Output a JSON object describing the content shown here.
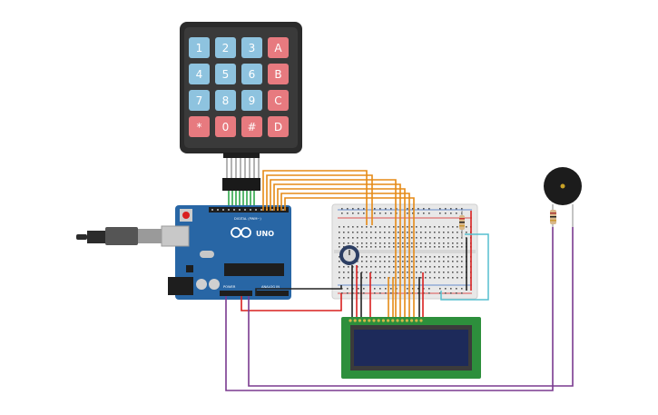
{
  "keypad": {
    "keys": [
      {
        "label": "1",
        "kind": "num"
      },
      {
        "label": "2",
        "kind": "num"
      },
      {
        "label": "3",
        "kind": "num"
      },
      {
        "label": "A",
        "kind": "op"
      },
      {
        "label": "4",
        "kind": "num"
      },
      {
        "label": "5",
        "kind": "num"
      },
      {
        "label": "6",
        "kind": "num"
      },
      {
        "label": "B",
        "kind": "op"
      },
      {
        "label": "7",
        "kind": "num"
      },
      {
        "label": "8",
        "kind": "num"
      },
      {
        "label": "9",
        "kind": "num"
      },
      {
        "label": "C",
        "kind": "op"
      },
      {
        "label": "*",
        "kind": "op"
      },
      {
        "label": "0",
        "kind": "op"
      },
      {
        "label": "#",
        "kind": "op"
      },
      {
        "label": "D",
        "kind": "op"
      }
    ]
  },
  "arduino": {
    "model_label": "UNO",
    "digital_label": "DIGITAL (PWM~)",
    "power_label": "POWER",
    "analog_label": "ANALOG IN"
  },
  "colors": {
    "keypad_body": "#2b2b2b",
    "key_num": "#8ec3df",
    "key_op": "#e77a7f",
    "arduino_board": "#2866a5",
    "breadboard": "#e8e8e8",
    "lcd_board": "#2d8f3c",
    "lcd_screen": "#1d2a5a",
    "wire_orange": "#e58a16",
    "wire_green": "#2fa64a",
    "wire_red": "#d9201f",
    "wire_black": "#222222",
    "wire_purple": "#7a3a8f",
    "wire_cyan": "#56bfcf",
    "buzzer": "#1c1c1c"
  }
}
